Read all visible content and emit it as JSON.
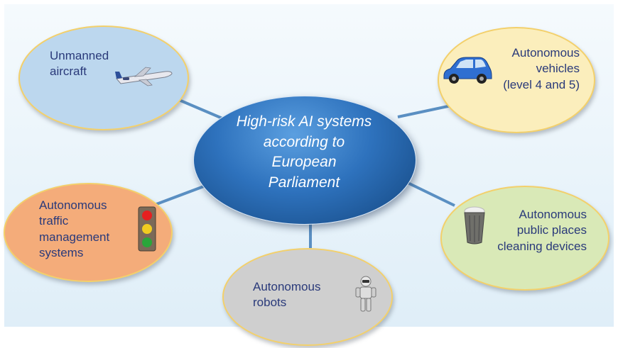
{
  "center": {
    "lines": [
      "High-risk AI systems",
      "according to",
      "European",
      "Parliament"
    ]
  },
  "nodes": {
    "aircraft": {
      "lines": [
        "Unmanned",
        "aircraft"
      ],
      "icon": "airplane-icon"
    },
    "vehicles": {
      "lines": [
        "Autonomous",
        "vehicles",
        "(level 4 and 5)"
      ],
      "icon": "car-icon"
    },
    "traffic": {
      "lines": [
        "Autonomous",
        "traffic",
        "management",
        "systems"
      ],
      "icon": "traffic-light-icon"
    },
    "cleaning": {
      "lines": [
        "Autonomous",
        "public places",
        "cleaning devices"
      ],
      "icon": "trash-bin-icon"
    },
    "robots": {
      "lines": [
        "Autonomous",
        "robots"
      ],
      "icon": "robot-icon"
    }
  },
  "colors": {
    "aircraft_fill": "#bcd7ee",
    "vehicles_fill": "#fbeebc",
    "traffic_fill": "#f4ac7a",
    "cleaning_fill": "#d9e9b7",
    "robots_fill": "#cfcfcf",
    "outline": "#f3d06b",
    "connector": "#5a8fc2",
    "label_text": "#2a3a7a"
  }
}
